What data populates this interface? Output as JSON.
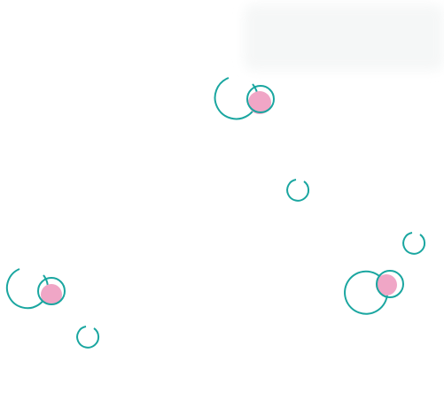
{
  "colors": {
    "background": "#ffffff",
    "ring": "#1aa6a0",
    "dot": "#f0a6c6",
    "fade": "#f4f6f6"
  },
  "targets": [
    {
      "name": "target-large-top"
    },
    {
      "name": "target-small-upper-middle"
    },
    {
      "name": "target-large-left"
    },
    {
      "name": "target-small-lower-left"
    },
    {
      "name": "target-small-right"
    },
    {
      "name": "target-large-lower-right"
    }
  ]
}
